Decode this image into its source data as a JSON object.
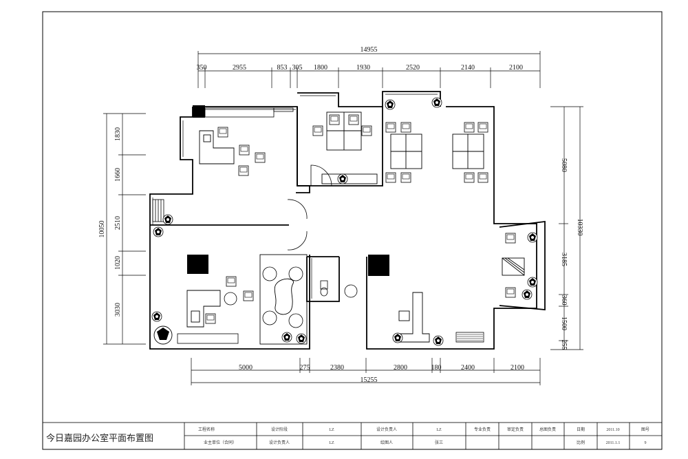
{
  "title_block": {
    "drawing_title": "今日嘉园办公室平面布置图",
    "row1": [
      "工程名称",
      "设计阶段",
      "LZ",
      "设计负责人",
      "LZ",
      "专业负责",
      "审定负责",
      "总图负责",
      "日期",
      "2011.10",
      "图号"
    ],
    "row2": [
      "业主单位（合同）",
      "设计负责人",
      "LZ",
      "绘图人",
      "张三",
      "",
      "",
      "",
      "比例",
      "2011.1.1",
      "9"
    ]
  },
  "dimensions": {
    "top_overall": "14955",
    "top_segments": [
      "350",
      "2955",
      "853",
      "305",
      "1800",
      "1930",
      "2520",
      "2140",
      "2100"
    ],
    "bottom_overall": "15255",
    "bottom_segments": [
      "5000",
      "275",
      "2380",
      "2800",
      "180",
      "2400",
      "2100"
    ],
    "left_overall": "10050",
    "left_segments": [
      "1830",
      "1660",
      "2510",
      "1020",
      "3030"
    ],
    "right_overall": "10330",
    "right_segments": [
      "5080",
      "3185",
      "360",
      "1500",
      "255"
    ]
  }
}
